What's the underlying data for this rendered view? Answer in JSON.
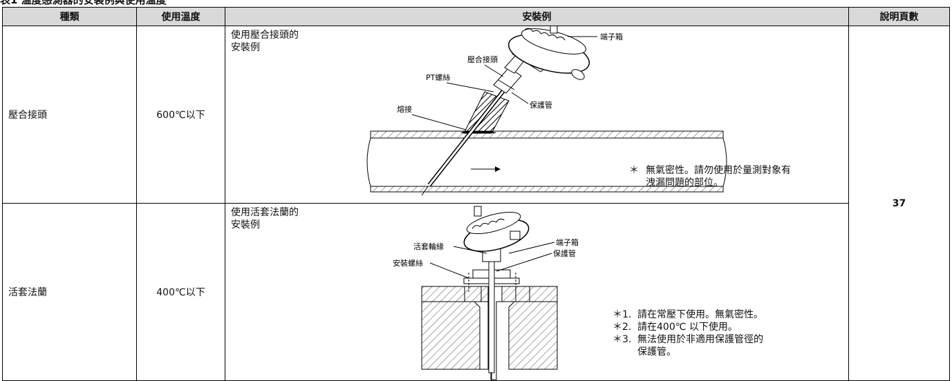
{
  "top_text": "表1 溫度感測器的安裝例與使用溫度",
  "table": {
    "headers": {
      "kind": "種類",
      "temp": "使用溫度",
      "example": "安裝例",
      "page": "說明頁數"
    },
    "page_ref": "37",
    "rows": [
      {
        "kind": "壓合接頭",
        "temp": "600℃以下",
        "caption_1": "使用壓合接頭的",
        "caption_2": "安裝例",
        "labels": {
          "terminal_box": "端子箱",
          "compression_fitting": "壓合接頭",
          "pt_thread": "PT螺絲",
          "weld": "熔接",
          "protection_tube": "保護管"
        },
        "note": {
          "mark": "＊",
          "line_1": "無氣密性。請勿使用於量測對象有",
          "line_2": "洩漏問題的部位。"
        }
      },
      {
        "kind": "活套法蘭",
        "temp": "400℃以下",
        "caption_1": "使用活套法蘭的",
        "caption_2": "安裝例",
        "labels": {
          "loose_flange": "活套輪緣",
          "mounting_screw": "安裝螺絲",
          "terminal_box": "端子箱",
          "protection_tube": "保護管"
        },
        "notes": [
          {
            "mark": "＊1.",
            "text": "請在常壓下使用。無氣密性。"
          },
          {
            "mark": "＊2.",
            "text": "請在400℃ 以下使用。"
          },
          {
            "mark": "＊3.",
            "text": "無法使用於非適用保護管徑的",
            "text_2": "保護管。"
          }
        ]
      }
    ]
  }
}
